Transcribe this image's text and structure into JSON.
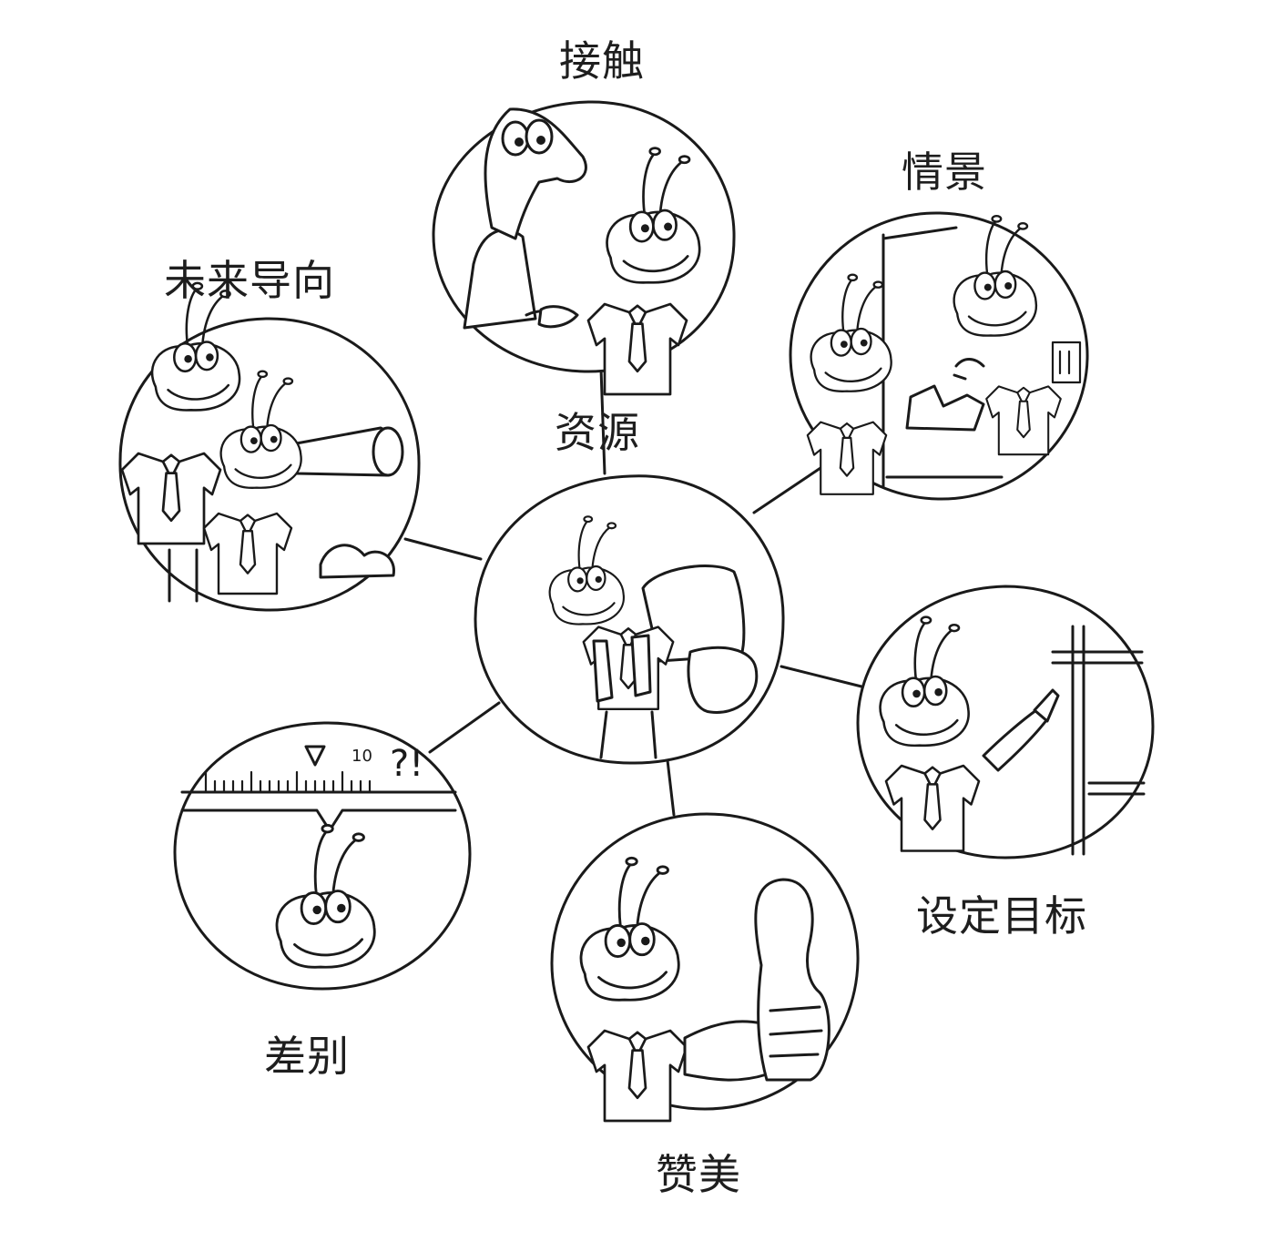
{
  "labels": {
    "center": "资源",
    "contact": "接触",
    "situation": "情景",
    "future": "未来导向",
    "goal": "设定目标",
    "difference": "差别",
    "praise": "赞美"
  },
  "icons": {
    "center": "ant-with-backpack-icon",
    "contact": "handshake-icon",
    "situation": "ants-talking-icon",
    "future": "telescope-icon",
    "goal": "pointing-at-board-icon",
    "difference": "scale-ruler-icon",
    "praise": "thumbs-up-icon"
  },
  "scale": {
    "marker": "10",
    "question": "?!"
  }
}
